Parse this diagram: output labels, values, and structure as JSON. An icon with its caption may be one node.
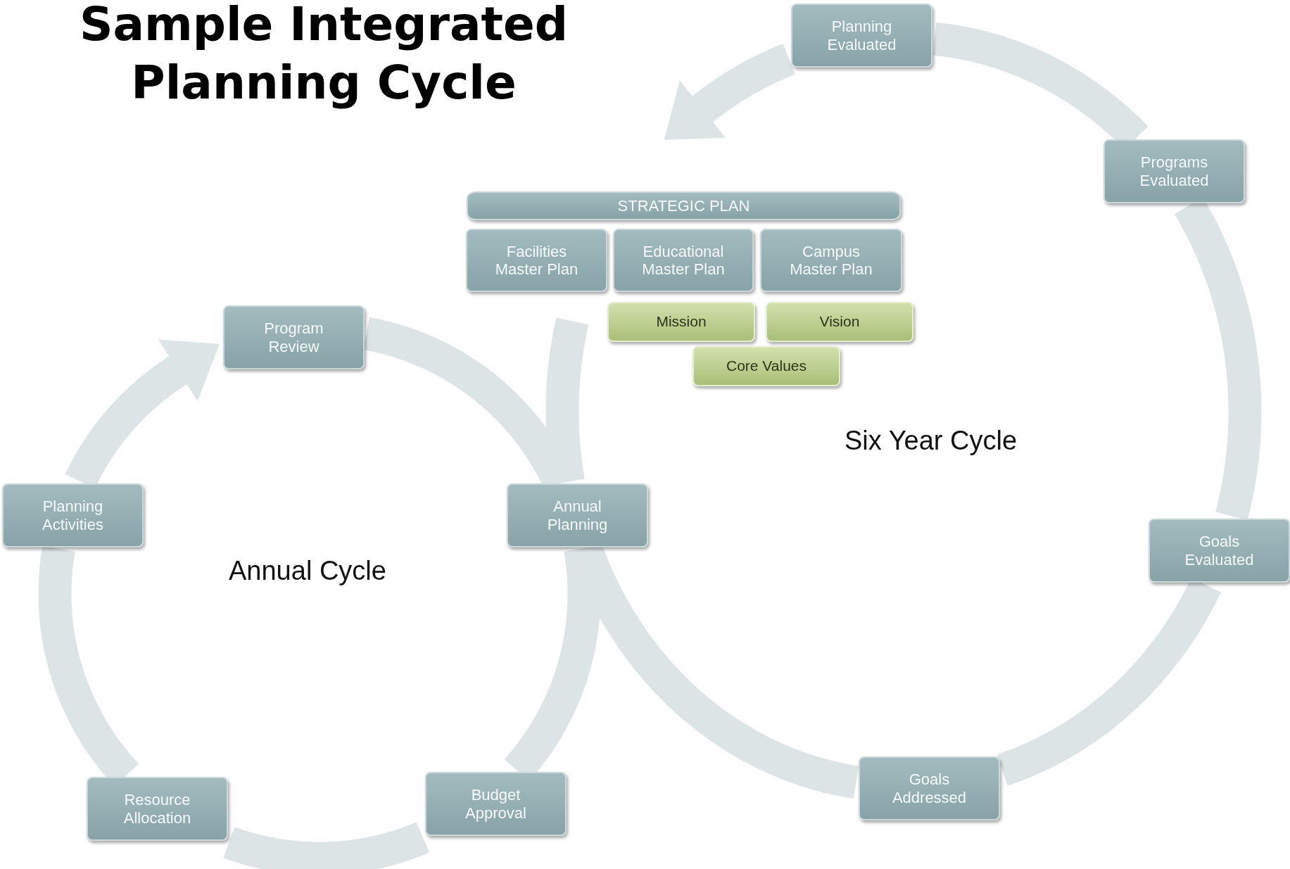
{
  "diagram": {
    "title": "Sample Integrated Planning Cycle",
    "nodes": [
      {
        "text": [
          "Planning Evaluated"
        ]
      },
      {
        "text": [
          "Programs Evaluated"
        ]
      },
      {
        "text": [
          "Goals Evaluated"
        ]
      },
      {
        "text": [
          "Goals Addressed"
        ]
      },
      {
        "text": [
          "STRATEGIC PLAN"
        ]
      },
      {
        "text": [
          "Facilities Master Plan"
        ]
      },
      {
        "text": [
          "Educational Master Plan"
        ]
      },
      {
        "text": [
          "Campus Master Plan"
        ]
      },
      {
        "text": [
          "Mission"
        ]
      },
      {
        "text": [
          "Vision"
        ]
      },
      {
        "text": [
          "Core Values"
        ]
      },
      {
        "text": [
          "Program Review"
        ]
      },
      {
        "text": [
          "Planning Activities"
        ]
      },
      {
        "text": [
          "Annual Planning"
        ]
      },
      {
        "text": [
          "Budget Approval"
        ]
      },
      {
        "text": [
          "Resource Allocation"
        ]
      }
    ],
    "edges": [
      {
        "from": 11,
        "to": 13,
        "arrow": "none"
      },
      {
        "from": 13,
        "to": 14,
        "arrow": "none"
      },
      {
        "from": 14,
        "to": 15,
        "arrow": "none"
      },
      {
        "from": 15,
        "to": 12,
        "arrow": "none"
      },
      {
        "from": 12,
        "to": 11,
        "arrow": "to"
      },
      {
        "from": null,
        "to": 13,
        "arrow": "none"
      },
      {
        "from": 13,
        "to": 3,
        "arrow": "none"
      },
      {
        "from": 3,
        "to": 2,
        "arrow": "none"
      },
      {
        "from": 2,
        "to": 1,
        "arrow": "none"
      },
      {
        "from": 1,
        "to": 0,
        "arrow": "none"
      },
      {
        "from": 0,
        "to": 4,
        "arrow": "to"
      }
    ],
    "labels": [
      "Six Year Cycle",
      "Annual Cycle"
    ]
  }
}
